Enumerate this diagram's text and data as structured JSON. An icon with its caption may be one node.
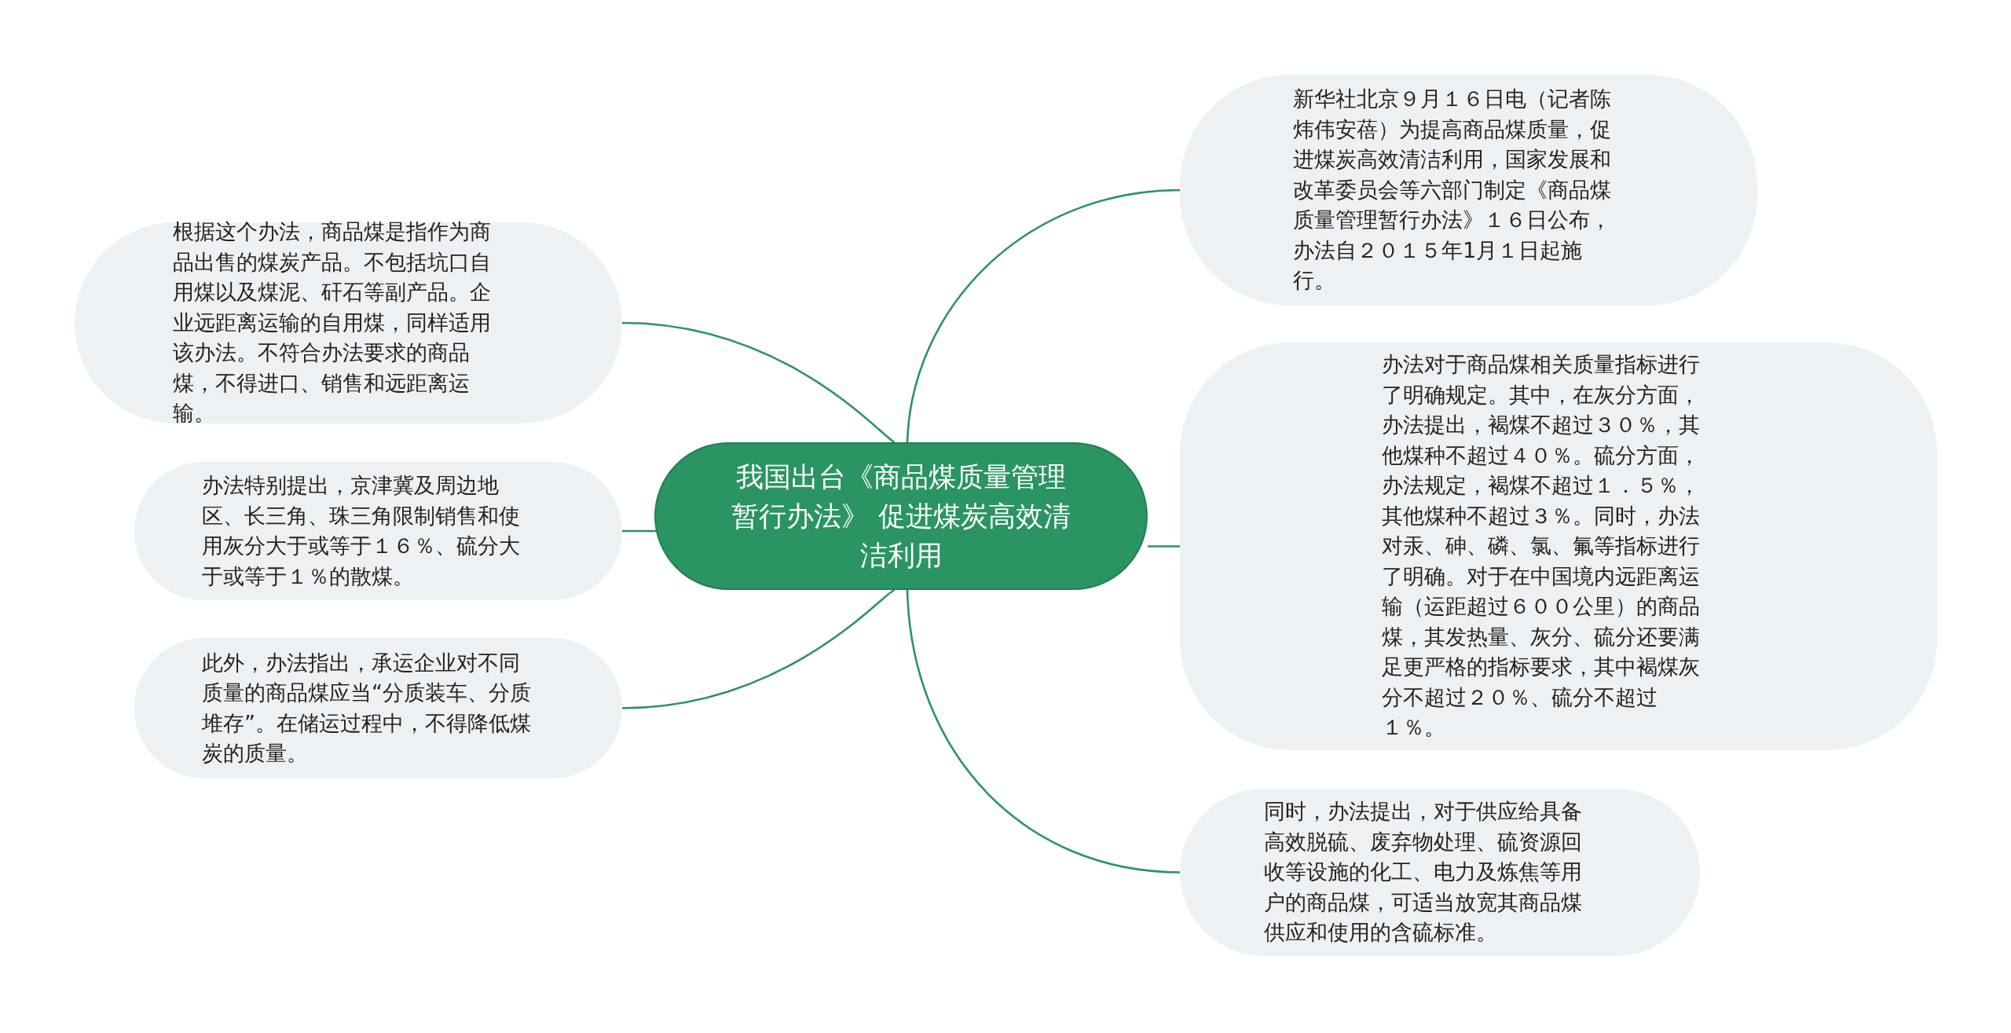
{
  "diagram": {
    "nodes": [
      {
        "text": [
          "我国出台《商品煤质量管理暂行办法》 促进煤炭高效清洁利用"
        ]
      },
      {
        "text": [
          "新华社北京９月１６日电（记者陈炜伟安蓓）为提高商品煤质量，促进煤炭高效清洁利用，国家发展和改革委员会等六部门制定《商品煤质量管理暂行办法》１６日公布，办法自２０１５年1月１日起施行。"
        ]
      },
      {
        "text": [
          "办法对于商品煤相关质量指标进行了明确规定。其中，在灰分方面，办法提出，褐煤不超过３０％，其他煤种不超过４０％。硫分方面，办法规定，褐煤不超过１．５％，其他煤种不超过３％。同时，办法对汞、砷、磷、氯、氟等指标进行了明确。对于在中国境内远距离运输（运距超过６００公里）的商品煤，其发热量、灰分、硫分还要满足更严格的指标要求，其中褐煤灰分不超过２０％、硫分不超过１％。"
        ]
      },
      {
        "text": [
          "同时，办法提出，对于供应给具备高效脱硫、废弃物处理、硫资源回收等设施的化工、电力及炼焦等用户的商品煤，可适当放宽其商品煤供应和使用的含硫标准。"
        ]
      },
      {
        "text": [
          "根据这个办法，商品煤是指作为商品出售的煤炭产品。不包括坑口自用煤以及煤泥、矸石等副产品。企业远距离运输的自用煤，同样适用该办法。不符合办法要求的商品煤，不得进口、销售和远距离运输。"
        ]
      },
      {
        "text": [
          "办法特别提出，京津冀及周边地区、长三角、珠三角限制销售和使用灰分大于或等于１６％、硫分大于或等于１％的散煤。"
        ]
      },
      {
        "text": [
          "此外，办法指出，承运企业对不同质量的商品煤应当“分质装车、分质堆存”。在储运过程中，不得降低煤炭的质量。"
        ]
      }
    ],
    "edges": [
      {
        "from": 0,
        "to": 1,
        "arrow": "none"
      },
      {
        "from": 0,
        "to": 2,
        "arrow": "none"
      },
      {
        "from": 0,
        "to": 3,
        "arrow": "none"
      },
      {
        "from": 0,
        "to": 4,
        "arrow": "none"
      },
      {
        "from": 0,
        "to": 5,
        "arrow": "none"
      },
      {
        "from": 0,
        "to": 6,
        "arrow": "none"
      }
    ]
  }
}
